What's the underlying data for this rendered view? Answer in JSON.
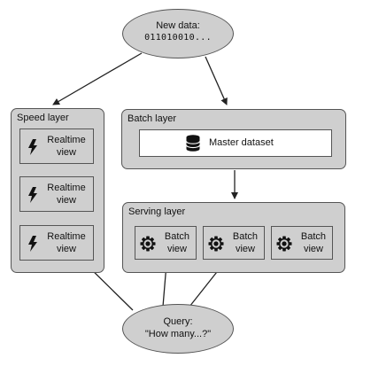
{
  "new_data": {
    "title": "New data:",
    "value": "011010010..."
  },
  "query": {
    "title": "Query:",
    "value": "\"How many...?\""
  },
  "speed_layer": {
    "title": "Speed layer",
    "views": [
      {
        "line1": "Realtime",
        "line2": "view",
        "icon": "lightning-icon"
      },
      {
        "line1": "Realtime",
        "line2": "view",
        "icon": "lightning-icon"
      },
      {
        "line1": "Realtime",
        "line2": "view",
        "icon": "lightning-icon"
      }
    ]
  },
  "batch_layer": {
    "title": "Batch layer",
    "master_dataset": "Master dataset",
    "icon": "database-icon"
  },
  "serving_layer": {
    "title": "Serving layer",
    "views": [
      {
        "line1": "Batch",
        "line2": "view",
        "icon": "gear-icon"
      },
      {
        "line1": "Batch",
        "line2": "view",
        "icon": "gear-icon"
      },
      {
        "line1": "Batch",
        "line2": "view",
        "icon": "gear-icon"
      }
    ]
  },
  "colors": {
    "fill": "#cfcfcf",
    "stroke": "#555555",
    "arrow": "#222222"
  }
}
